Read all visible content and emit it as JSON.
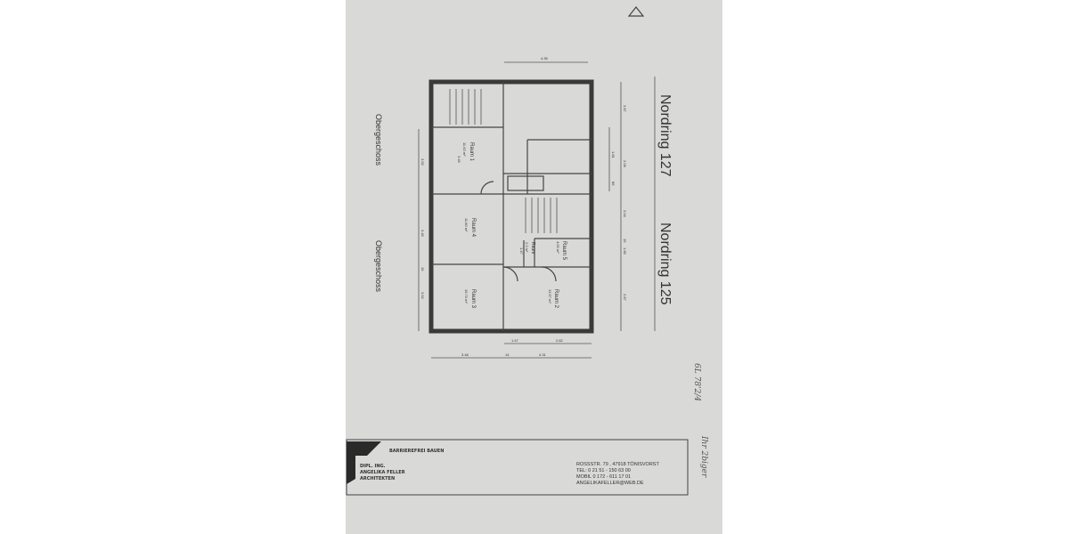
{
  "plan": {
    "floor_label_1": "Obergeschoss",
    "floor_label_2": "Obergeschoss",
    "street_1": "Nordring 127",
    "street_2": "Nordring 125",
    "rooms": [
      {
        "name": "Raum 1",
        "area": "11.63 m²",
        "extra": "3.45"
      },
      {
        "name": "Raum 4",
        "area": "11.80 m²"
      },
      {
        "name": "Raum 3",
        "area": "16.70 m²"
      },
      {
        "name": "Raum 2",
        "area": "13.57 m²"
      },
      {
        "name": "Raum 5",
        "area": "4.00 m²"
      },
      {
        "name": "Raum",
        "area": "2.2 m²",
        "extra": "1.47"
      }
    ],
    "dimensions": {
      "top": "4.35",
      "right": [
        "2.87",
        "2.06",
        "1.81",
        "86",
        "2.04",
        "19",
        "1.65",
        "2.87"
      ],
      "bottom_inner": [
        "1.47",
        "2.62"
      ],
      "bottom_outer": [
        "3.48",
        "14",
        "4.31"
      ],
      "left": [
        "3.52",
        "3.45",
        "19",
        "3.52"
      ]
    },
    "handwritten": {
      "note_right_1": "6L 78'2/4",
      "note_right_2": "Ihr 2biger"
    }
  },
  "title_block": {
    "heading": "BARRIEREFREI BAUEN",
    "left_lines": [
      "DIPL. ING.",
      "ANGELIKA FELLER",
      "ARCHITEKTEN"
    ],
    "right_lines": [
      "ROSSSTR. 79 , 47918 TÖNISVORST",
      "TEL: 0 21 51 - 150 63 00",
      "MOBIL 0 172 - 611 17 01",
      "ANGELIKAFELLER@WEB.DE"
    ]
  }
}
